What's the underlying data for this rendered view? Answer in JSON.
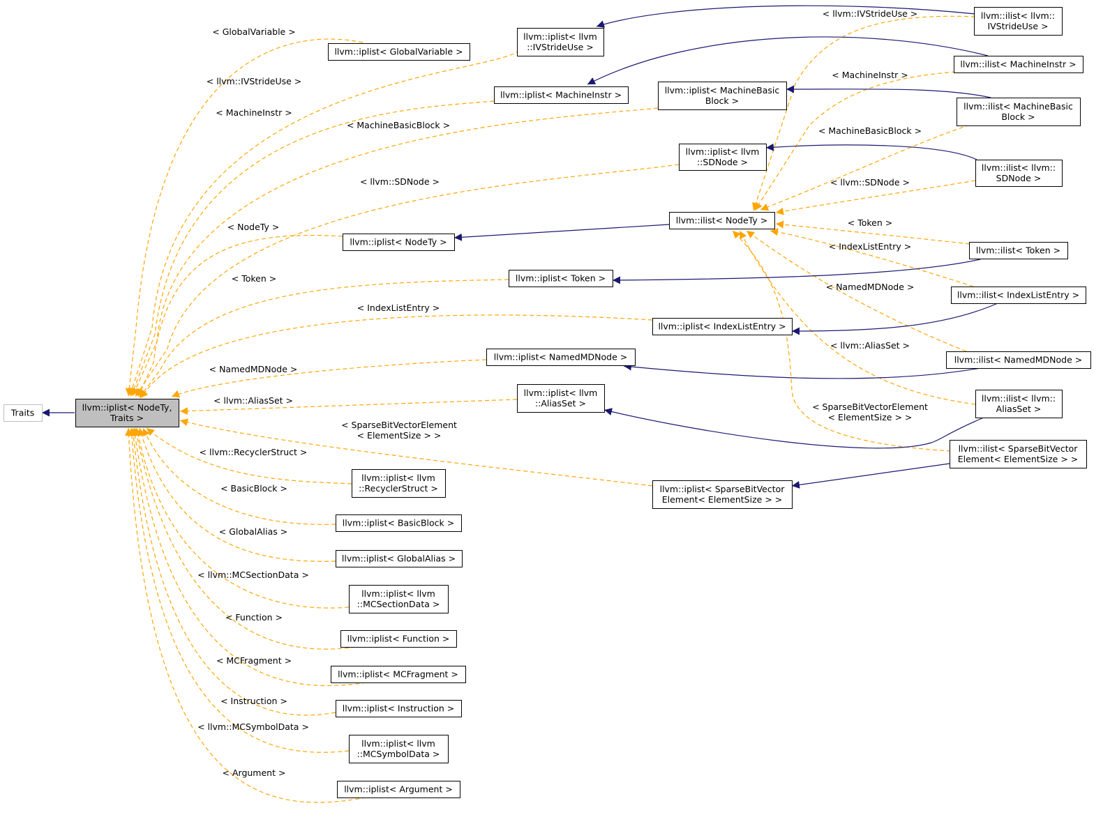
{
  "diagram": {
    "nodes": {
      "traits": "Traits",
      "focus": [
        "llvm::iplist< NodeTy,",
        "Traits >"
      ],
      "ip_globalvariable": [
        "llvm::iplist< GlobalVariable >"
      ],
      "ip_ivstrideuse": [
        "llvm::iplist< llvm",
        "::IVStrideUse >"
      ],
      "ip_machineinstr": [
        "llvm::iplist< MachineInstr >"
      ],
      "ip_mbb": [
        "llvm::iplist< MachineBasic",
        "Block >"
      ],
      "ip_sdnode": [
        "llvm::iplist< llvm",
        "::SDNode >"
      ],
      "ip_nodety": [
        "llvm::iplist< NodeTy >"
      ],
      "ip_token": [
        "llvm::iplist< Token >"
      ],
      "ip_indexlistentry": [
        "llvm::iplist< IndexListEntry >"
      ],
      "ip_namedmdnode": [
        "llvm::iplist< NamedMDNode >"
      ],
      "ip_aliasset": [
        "llvm::iplist< llvm",
        "::AliasSet >"
      ],
      "ip_recyclerstruct": [
        "llvm::iplist< llvm",
        "::RecyclerStruct >"
      ],
      "ip_sparse": [
        "llvm::iplist< SparseBitVector",
        "Element< ElementSize > >"
      ],
      "ip_basicblock": [
        "llvm::iplist< BasicBlock >"
      ],
      "ip_globalalias": [
        "llvm::iplist< GlobalAlias >"
      ],
      "ip_mcsectiondata": [
        "llvm::iplist< llvm",
        "::MCSectionData >"
      ],
      "ip_function": [
        "llvm::iplist< Function >"
      ],
      "ip_mcfragment": [
        "llvm::iplist< MCFragment >"
      ],
      "ip_instruction": [
        "llvm::iplist< Instruction >"
      ],
      "ip_mcsymboldata": [
        "llvm::iplist< llvm",
        "::MCSymbolData >"
      ],
      "ip_argument": [
        "llvm::iplist< Argument >"
      ],
      "il_nodety": [
        "llvm::ilist< NodeTy >"
      ],
      "il_ivstrideuse": [
        "llvm::ilist< llvm::",
        "IVStrideUse >"
      ],
      "il_machineinstr": [
        "llvm::ilist< MachineInstr >"
      ],
      "il_mbb": [
        "llvm::ilist< MachineBasic",
        "Block >"
      ],
      "il_sdnode": [
        "llvm::ilist< llvm::",
        "SDNode >"
      ],
      "il_token": [
        "llvm::ilist< Token >"
      ],
      "il_indexlistentry": [
        "llvm::ilist< IndexListEntry >"
      ],
      "il_namedmdnode": [
        "llvm::ilist< NamedMDNode >"
      ],
      "il_aliasset": [
        "llvm::ilist< llvm::",
        "AliasSet >"
      ],
      "il_sparse": [
        "llvm::ilist< SparseBitVector",
        "Element< ElementSize > >"
      ]
    },
    "edge_labels": {
      "globalvariable": [
        "< GlobalVariable >"
      ],
      "ivstrideuse": [
        "< llvm::IVStrideUse >"
      ],
      "machineinstr": [
        "< MachineInstr >"
      ],
      "mbb": [
        "< MachineBasicBlock >"
      ],
      "sdnode": [
        "< llvm::SDNode >"
      ],
      "nodety": [
        "< NodeTy >"
      ],
      "token": [
        "< Token >"
      ],
      "indexlistentry": [
        "< IndexListEntry >"
      ],
      "namedmdnode": [
        "< NamedMDNode >"
      ],
      "aliasset": [
        "< llvm::AliasSet >"
      ],
      "sparse": [
        "< SparseBitVectorElement",
        "< ElementSize > >"
      ],
      "recyclerstruct": [
        "< llvm::RecyclerStruct >"
      ],
      "basicblock": [
        "< BasicBlock >"
      ],
      "globalalias": [
        "< GlobalAlias >"
      ],
      "mcsectiondata": [
        "< llvm::MCSectionData >"
      ],
      "function": [
        "< Function >"
      ],
      "mcfragment": [
        "< MCFragment >"
      ],
      "instruction": [
        "< Instruction >"
      ],
      "mcsymboldata": [
        "< llvm::MCSymbolData >"
      ],
      "argument": [
        "< Argument >"
      ],
      "r_ivstrideuse": [
        "< llvm::IVStrideUse >"
      ],
      "r_machineinstr": [
        "< MachineInstr >"
      ],
      "r_mbb": [
        "< MachineBasicBlock >"
      ],
      "r_sdnode": [
        "< llvm::SDNode >"
      ],
      "r_token": [
        "< Token >"
      ],
      "r_indexlistentry": [
        "< IndexListEntry >"
      ],
      "r_namedmdnode": [
        "< NamedMDNode >"
      ],
      "r_aliasset": [
        "< llvm::AliasSet >"
      ],
      "r_sparse": [
        "< SparseBitVectorElement",
        "< ElementSize > >"
      ]
    },
    "colors": {
      "template_edge": "#ffa500",
      "inheritance_edge": "#191970",
      "focus_fill": "#bfbfbf",
      "faded_border": "#bfbfbf"
    }
  }
}
